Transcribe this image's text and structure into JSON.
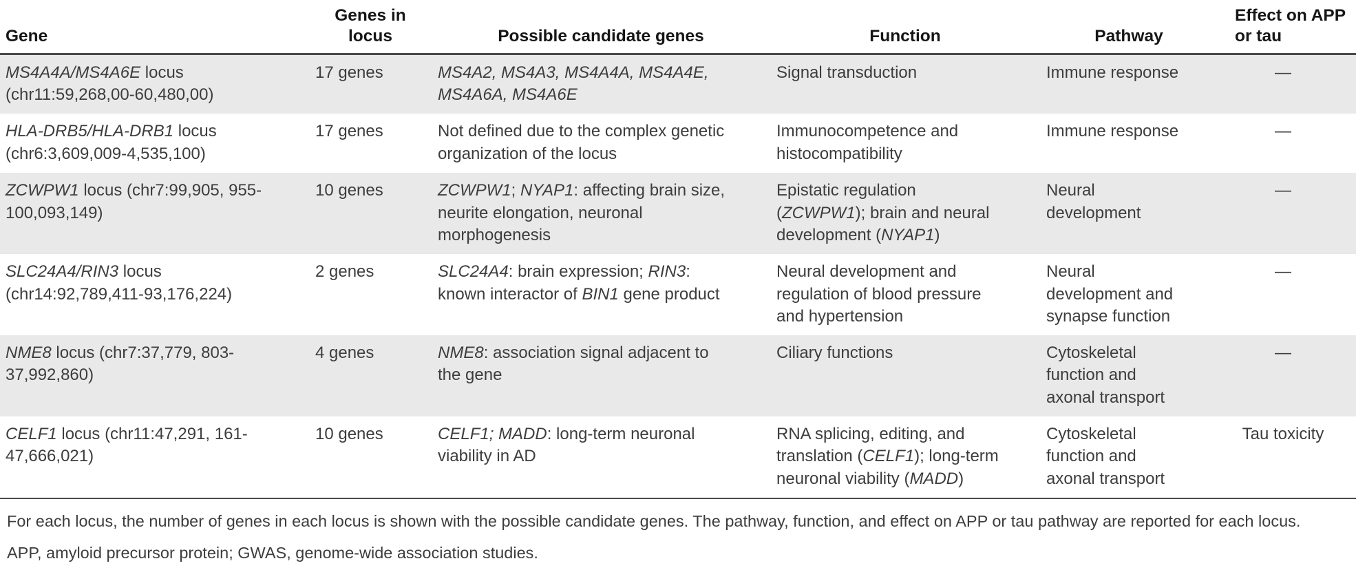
{
  "colors": {
    "row_stripe": "#e9e9e9",
    "rule": "#4a4a4a",
    "text": "#3d3d3d",
    "header_text": "#161616",
    "page_bg": "#ffffff"
  },
  "table": {
    "columns": [
      {
        "label": "Gene"
      },
      {
        "label": "Genes in locus"
      },
      {
        "label": "Possible candidate genes"
      },
      {
        "label": "Function"
      },
      {
        "label": "Pathway"
      },
      {
        "label": "Effect on APP or tau"
      }
    ],
    "rows": [
      {
        "gene": "<i>MS4A4A/MS4A6E</i> locus (chr11:59,268,00-60,480,00)",
        "genes_in_locus": "17 genes",
        "candidate_genes": "<i>MS4A2, MS4A3, MS4A4A, MS4A4E, MS4A6A, MS4A6E</i>",
        "function": "Signal transduction",
        "pathway": "Immune response",
        "effect": "—"
      },
      {
        "gene": "<i>HLA-DRB5/HLA-DRB1</i> locus (chr6:3,609,009-4,535,100)",
        "genes_in_locus": "17 genes",
        "candidate_genes": "Not defined due to the complex genetic organization of the locus",
        "function": "Immunocompetence and histocompatibility",
        "pathway": "Immune response",
        "effect": "—"
      },
      {
        "gene": "<i>ZCWPW1</i> locus (chr7:99,905, 955-100,093,149)",
        "genes_in_locus": "10 genes",
        "candidate_genes": "<i>ZCWPW1</i>; <i>NYAP1</i>: affecting brain size, neurite elongation, neuronal morphogenesis",
        "function": "Epistatic regulation (<i>ZCWPW1</i>); brain and neural development (<i>NYAP1</i>)",
        "pathway": "Neural development",
        "effect": "—"
      },
      {
        "gene": "<i>SLC24A4/RIN3</i> locus (chr14:92,789,411-93,176,224)",
        "genes_in_locus": "2 genes",
        "candidate_genes": "<i>SLC24A4</i>: brain expression; <i>RIN3</i>: known interactor of <i>BIN1</i> gene product",
        "function": "Neural development and regulation of blood pressure and hypertension",
        "pathway": "Neural development and synapse function",
        "effect": "—"
      },
      {
        "gene": "<i>NME8</i> locus (chr7:37,779, 803-37,992,860)",
        "genes_in_locus": "4 genes",
        "candidate_genes": "<i>NME8</i>: association signal adjacent to the gene",
        "function": "Ciliary functions",
        "pathway": "Cytoskeletal function and axonal transport",
        "effect": "—"
      },
      {
        "gene": "<i>CELF1</i> locus (chr11:47,291, 161-47,666,021)",
        "genes_in_locus": "10 genes",
        "candidate_genes": "<i>CELF1; MADD</i>: long-term neuronal viability in AD",
        "function": "RNA splicing, editing, and translation (<i>CELF1</i>); long-term neuronal viability (<i>MADD</i>)",
        "pathway": "Cytoskeletal function and axonal transport",
        "effect": "Tau toxicity"
      }
    ]
  },
  "footnotes": [
    "For each locus, the number of genes in each locus is shown with the possible candidate genes. The pathway, function, and effect on APP or tau pathway are reported for each locus.",
    "APP, amyloid precursor protein; GWAS, genome-wide association studies."
  ]
}
